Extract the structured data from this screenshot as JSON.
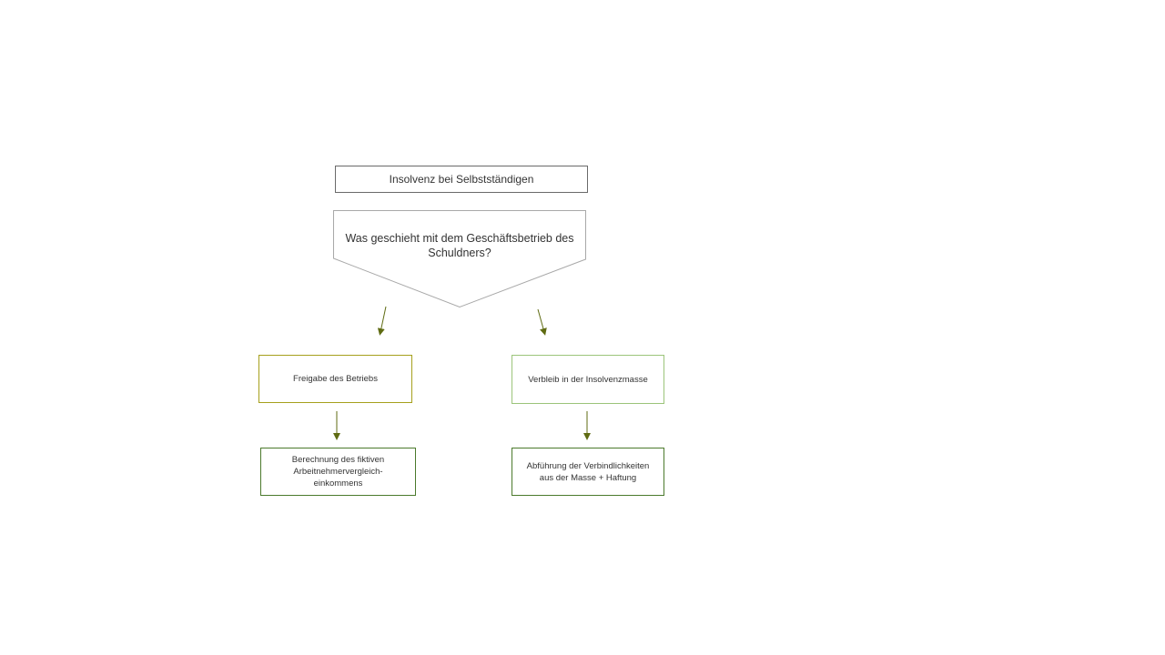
{
  "diagram": {
    "title": "Insolvenz bei Selbstständigen",
    "question": "Was geschieht mit dem Geschäftsbetrieb des Schuldners?",
    "left_branch": {
      "option": "Freigabe des Betriebs",
      "result": "Berechnung des fiktiven Arbeitnehmervergleich-einkommens"
    },
    "right_branch": {
      "option": "Verbleib in der Insolvenzmasse",
      "result": "Abführung der Verbindlichkeiten aus der Masse + Haftung"
    }
  },
  "colors": {
    "arrow": "#5f6b12",
    "left_option_border": "#a6a01c",
    "right_option_border": "#9bc47a",
    "result_border": "#4b7a2c",
    "neutral_border": "#6a6a6a"
  }
}
